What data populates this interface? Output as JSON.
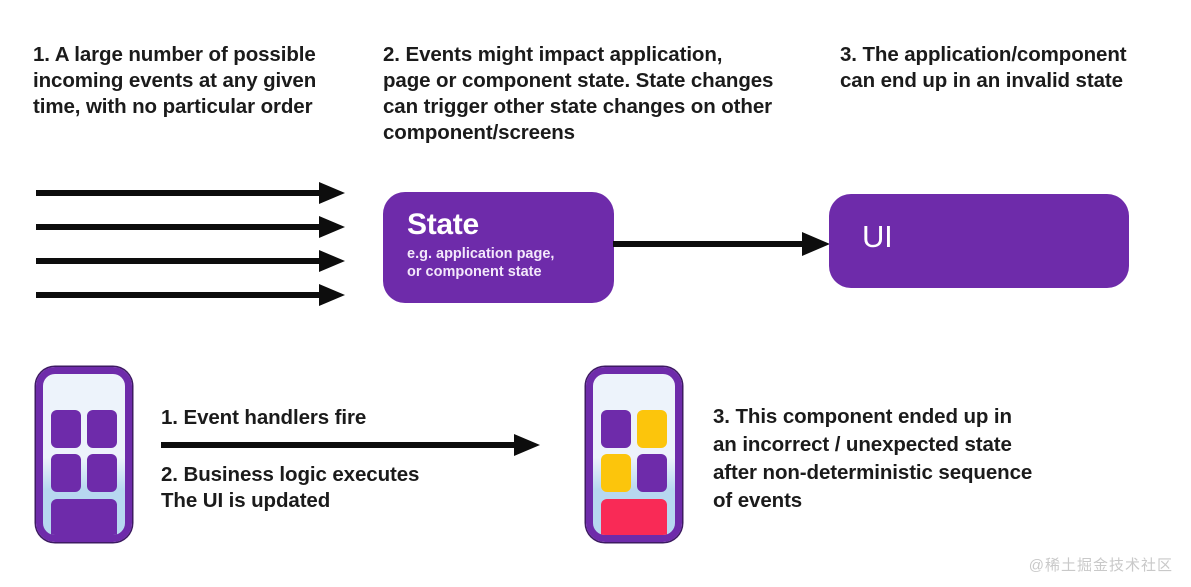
{
  "notes": {
    "note_1": "1. A large number of possible\nincoming events at any given\ntime, with no particular order",
    "note_2": "2. Events might impact application,\npage or component state. State changes\ncan trigger other state changes on other\ncomponent/screens",
    "note_3": "3. The application/component\ncan end up in an invalid state",
    "note_4": "3. This component ended up in\nan incorrect / unexpected state\nafter non-deterministic sequence\nof events"
  },
  "state_box": {
    "title": "State",
    "subtitle": "e.g. application page,\nor component state"
  },
  "ui_box": {
    "title": "UI"
  },
  "flow": {
    "step_1": "1. Event handlers fire",
    "step_2": "2. Business logic executes\nThe UI is updated"
  },
  "phones": {
    "left": {
      "tiles": [
        {
          "name": "tile-top-left",
          "color": "#6E2BAA"
        },
        {
          "name": "tile-top-right",
          "color": "#6E2BAA"
        },
        {
          "name": "tile-mid-left",
          "color": "#6E2BAA"
        },
        {
          "name": "tile-mid-right",
          "color": "#6E2BAA"
        },
        {
          "name": "tile-wide-bottom",
          "color": "#6E2BAA"
        }
      ]
    },
    "right": {
      "tiles": [
        {
          "name": "tile-top-left",
          "color": "#6E2BAA"
        },
        {
          "name": "tile-top-right",
          "color": "#FCC50C"
        },
        {
          "name": "tile-mid-left",
          "color": "#FCC50C"
        },
        {
          "name": "tile-mid-right",
          "color": "#6E2BAA"
        },
        {
          "name": "tile-wide-bottom",
          "color": "#F92A56"
        }
      ]
    }
  },
  "arrows": {
    "incoming_count": 4
  },
  "colors": {
    "purple": "#6E2BAA",
    "yellow": "#FCC50C",
    "pink": "#F92A56",
    "arrow": "#0D0D0D",
    "screen_top": "#EDF3FB",
    "screen_bottom": "#B7D8F0",
    "text": "#1B1B1B"
  },
  "watermark": "@稀土掘金技术社区"
}
